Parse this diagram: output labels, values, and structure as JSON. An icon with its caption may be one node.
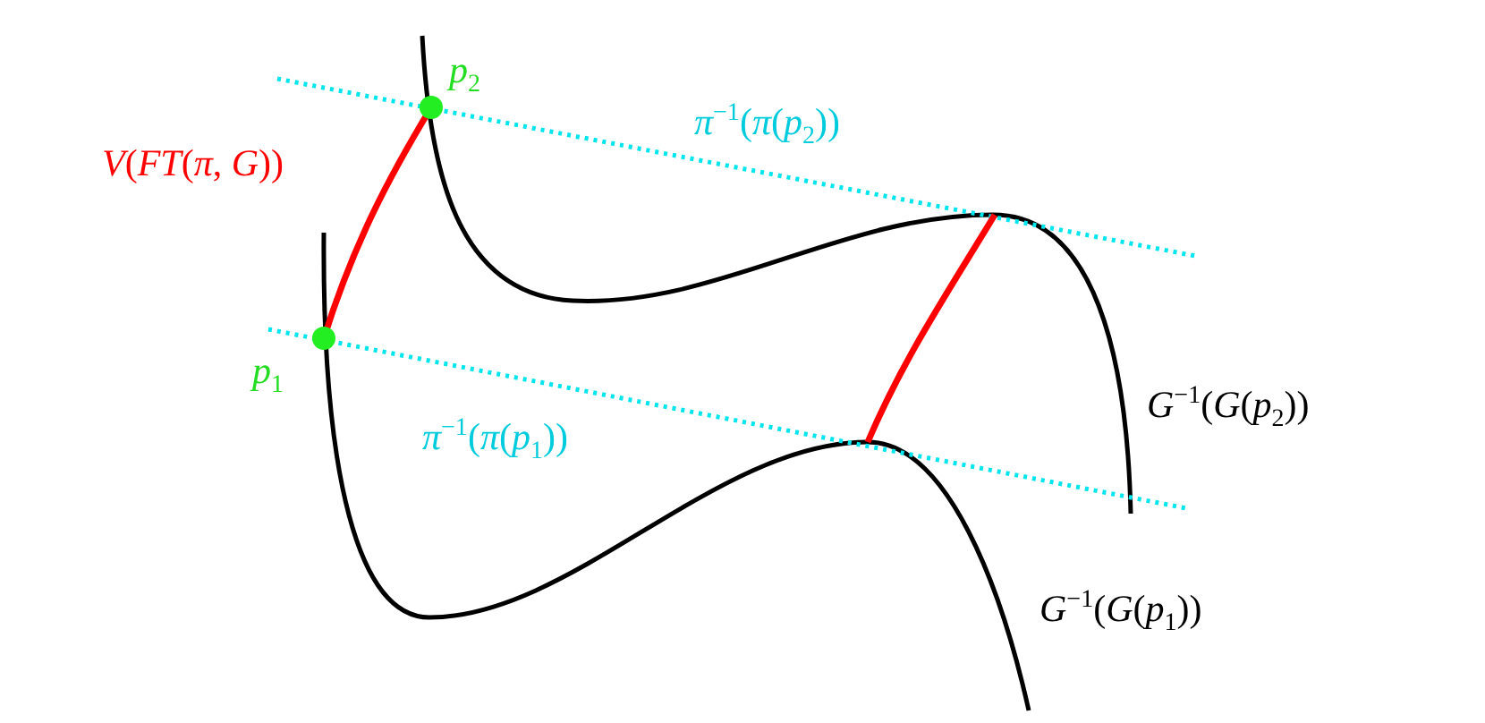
{
  "diagram": {
    "labels": [
      "*p*$_{2}$",
      "*π*$^{−1}$(*π*(*p*$_{2}$))",
      "*V*(*FT*(*π*, *G*))",
      "*p*$_{1}$",
      "*π*$^{−1}$(*π*(*p*$_{1}$))",
      "*G*$^{−1}$(*G*(*p*$_{2}$))",
      "*G*$^{−1}$(*G*(*p*$_{1}$))"
    ]
  }
}
